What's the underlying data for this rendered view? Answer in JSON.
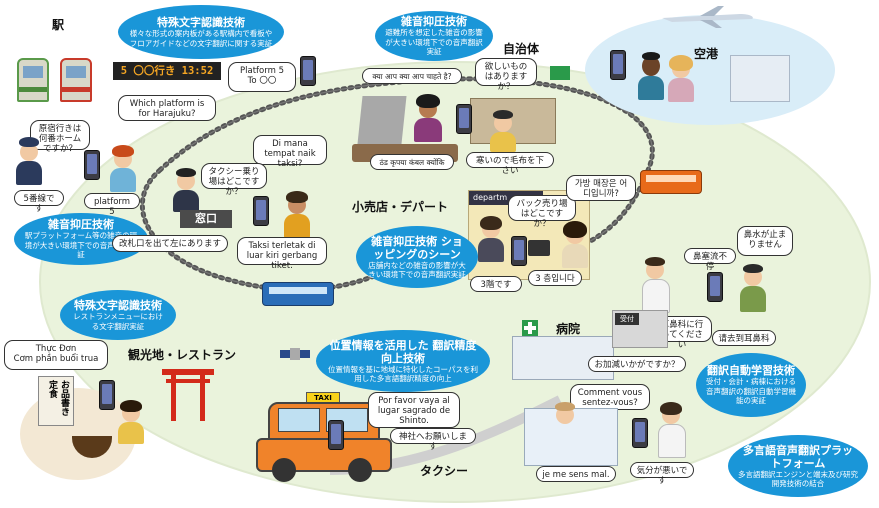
{
  "places": {
    "station": "駅",
    "airport": "空港",
    "municipality": "自治体",
    "retail": "小売店・デパート",
    "tourism": "観光地・レストラン",
    "hospital": "病院",
    "taxi": "タクシー"
  },
  "blobs": {
    "char_station": {
      "title": "特殊文字認識技術",
      "desc": "様々な形式の案内板がある駅構内で看板やフロアガイドなどの文字翻訳に関する実証"
    },
    "noise_municipality": {
      "title": "雑音抑圧技術",
      "desc": "避難所を想定した雑音の影響が大きい環境下での音声翻訳実証"
    },
    "noise_station": {
      "title": "雑音抑圧技術",
      "desc": "駅プラットフォーム等の雑音の環境が大きい環境下での音声翻訳実証"
    },
    "noise_shop": {
      "title": "雑音抑圧技術 ショッピングのシーン",
      "desc": "店舗内などの雑音の影響が大きい環境下での音声翻訳実証"
    },
    "char_restaurant": {
      "title": "特殊文字認識技術",
      "desc": "レストランメニューにおける文字翻訳実証"
    },
    "location": {
      "title": "位置情報を活用した 翻訳精度向上技術",
      "desc": "位置情報を基に地域に特化したコーパスを利用した多言語翻訳精度の向上"
    },
    "auto_learn": {
      "title": "翻訳自動学習技術",
      "desc": "受付・会計・病棟における音声翻訳の翻訳自動学習機能の実証"
    },
    "platform": {
      "title": "多言語音声翻訳プラットフォーム",
      "desc": "多言語翻訳エンジンと端末及び研究開発技術の結合"
    }
  },
  "signs": {
    "led_board": "5 〇〇行き 13:52",
    "platform_translation": "Platform 5\nTo 〇〇",
    "counter": "窓口",
    "menu_title": "Thực Đơn\nCơm phần buổi trua",
    "menu_sign": "お品書き 定食",
    "taxi_roof": "TAXI",
    "store_sign": "departm"
  },
  "bubbles": {
    "station_q_en": "Which platform is for Harajuku?",
    "station_q_jp": "原宿行きは何番ホームですか？",
    "station_a_jp": "5番線です",
    "station_a_en": "platform 5",
    "counter_q_id": "Di mana tempat naik taksi?",
    "counter_q_jp": "タクシー乗り場はどこですか？",
    "counter_a_jp": "改札口を出て左にあります",
    "counter_a_id": "Taksi terletak di luar kiri gerbang tiket.",
    "muni_hi": "क्या आप क्या आप चाहते है?",
    "muni_jp": "欲しいものはありますか？",
    "muni_hi2": "ठंड कृपया कंबल क्योंकि",
    "muni_jp2": "寒いので毛布を下さい",
    "shop_jp": "バック売り場はどこですか？",
    "shop_ko": "가방 매장은 어디입니까?",
    "shop_jp2": "3階です",
    "shop_ko2": "3 층입니다",
    "hosp_cn": "鼻塞流不停",
    "hosp_jp": "鼻水が止まりません",
    "hosp_jp2": "耳鼻科に行ってください",
    "hosp_cn2": "请去到耳鼻科",
    "ward_jp": "お加減いかがですか？",
    "ward_fr": "Comment vous sentez-vous?",
    "ward_fr2": "je me sens mal.",
    "ward_jp2": "気分が悪いです",
    "taxi_es": "Por favor vaya al lugar sagrado de Shinto.",
    "taxi_jp": "神社へお願いします",
    "reception": "受付"
  }
}
